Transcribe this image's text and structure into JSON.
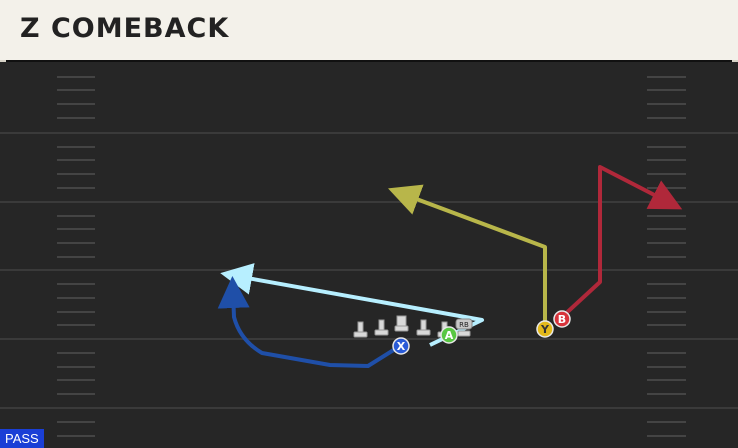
{
  "play": {
    "title": "Z COMEBACK",
    "type_badge": "PASS"
  },
  "players": [
    {
      "id": "X",
      "label": "X",
      "color": "#2a5bd7"
    },
    {
      "id": "A",
      "label": "A",
      "color": "#58c742"
    },
    {
      "id": "Y",
      "label": "Y",
      "color": "#e3b91b"
    },
    {
      "id": "B",
      "label": "B",
      "color": "#d8333b"
    },
    {
      "id": "RB",
      "label": "RB",
      "color": "#c8c8c8"
    }
  ],
  "routes": {
    "X": {
      "color": "#1f4fa8"
    },
    "A": {
      "color": "#b7efff"
    },
    "Y": {
      "color": "#b8b64a"
    },
    "B": {
      "color": "#b0283a"
    }
  },
  "field": {
    "background": "#262626",
    "line_color": "#3a3a3a",
    "hash_color": "#4a4a4a"
  }
}
